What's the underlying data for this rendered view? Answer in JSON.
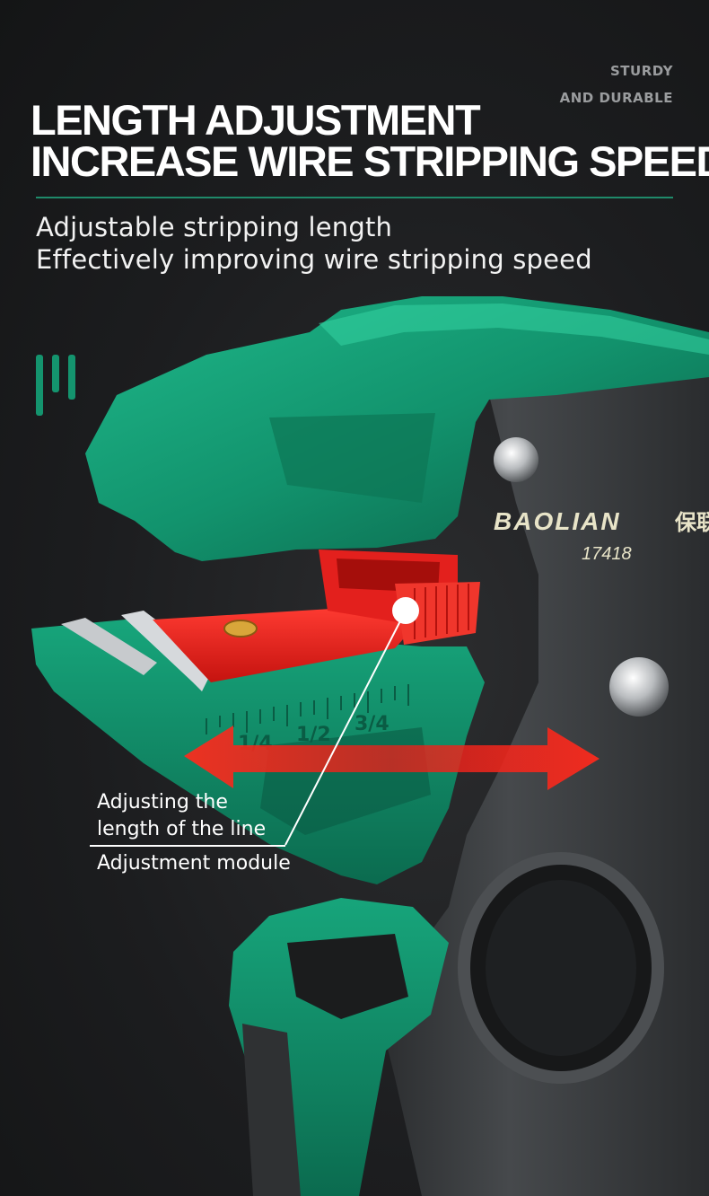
{
  "tagline": {
    "line1": "STURDY",
    "line2": "AND DURABLE"
  },
  "headline": {
    "line1": "LENGTH ADJUSTMENT",
    "line2": "INCREASE WIRE STRIPPING SPEED"
  },
  "subtitle": {
    "line1": "Adjustable stripping length",
    "line2": "Effectively improving wire stripping speed"
  },
  "tool": {
    "brand": "BAOLIAN",
    "brand_cjk": "保联",
    "model": "17418",
    "scale_marks": [
      "1/4",
      "1/2",
      "3/4"
    ]
  },
  "callouts": {
    "length_line1": "Adjusting the",
    "length_line2": "length of the line",
    "module": "Adjustment module"
  },
  "colors": {
    "tool_green": "#14946e",
    "tool_green_dark": "#0c6a4e",
    "body_grey": "#3a3c3e",
    "module_red": "#e3201d",
    "accent_rule": "#1f8a6a"
  }
}
